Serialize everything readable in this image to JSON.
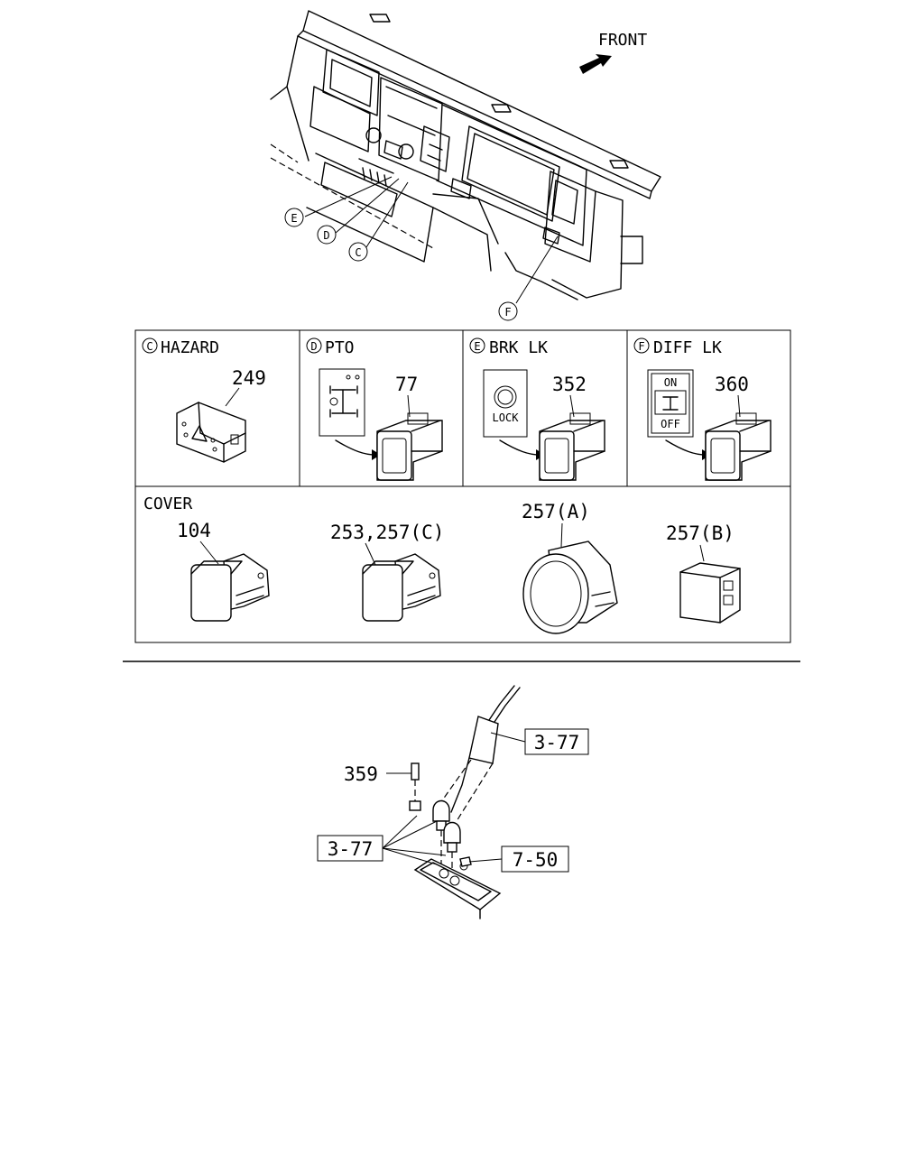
{
  "top": {
    "front_label": "FRONT",
    "callouts": {
      "e": "E",
      "d": "D",
      "c": "C",
      "f": "F"
    }
  },
  "switch_panel": {
    "cells": [
      {
        "letter": "C",
        "name": "HAZARD",
        "part": "249"
      },
      {
        "letter": "D",
        "name": "PTO",
        "part": "77"
      },
      {
        "letter": "E",
        "name": "BRK LK",
        "part": "352",
        "icon_text": "LOCK"
      },
      {
        "letter": "F",
        "name": "DIFF LK",
        "part": "360",
        "on_text": "ON",
        "off_text": "OFF"
      }
    ]
  },
  "cover_panel": {
    "title": "COVER",
    "items": [
      {
        "part": "104"
      },
      {
        "part": "253,257(C)"
      },
      {
        "part": "257(A)"
      },
      {
        "part": "257(B)"
      }
    ]
  },
  "lower": {
    "ref_harness": "3-77",
    "ref_sockets": "3-77",
    "ref_screw": "7-50",
    "part_359": "359"
  }
}
